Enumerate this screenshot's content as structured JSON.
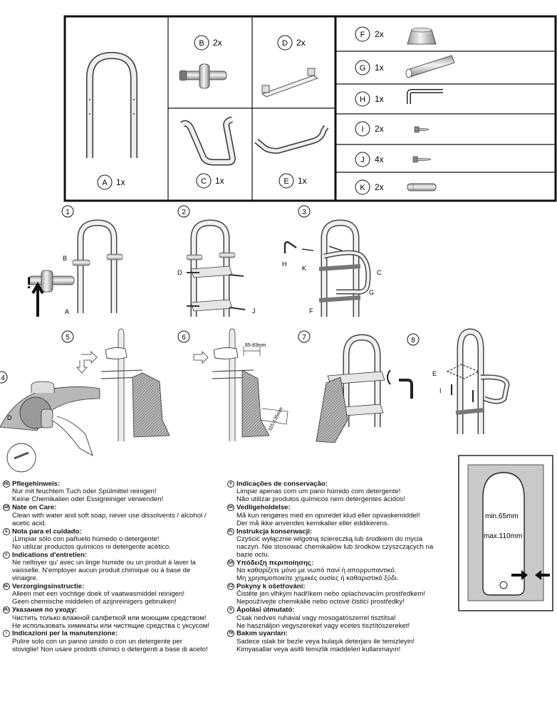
{
  "parts": {
    "A": {
      "letter": "A",
      "qty": "1x"
    },
    "B": {
      "letter": "B",
      "qty": "2x"
    },
    "C": {
      "letter": "C",
      "qty": "1x"
    },
    "D": {
      "letter": "D",
      "qty": "2x"
    },
    "E": {
      "letter": "E",
      "qty": "1x"
    },
    "F": {
      "letter": "F",
      "qty": "2x"
    },
    "G": {
      "letter": "G",
      "qty": "1x"
    },
    "H": {
      "letter": "H",
      "qty": "1x"
    },
    "I": {
      "letter": "I",
      "qty": "2x"
    },
    "J": {
      "letter": "J",
      "qty": "4x"
    },
    "K": {
      "letter": "K",
      "qty": "2x"
    }
  },
  "steps": {
    "s1": "1",
    "s2": "2",
    "s3": "3",
    "s4": "4",
    "s5": "5",
    "s6": "6",
    "s7": "7",
    "s8": "8"
  },
  "callouts": {
    "warning": "!",
    "s1_B": "B",
    "s1_A": "A",
    "s2_D": "D",
    "s2_J": "J",
    "s3_H": "H",
    "s3_K": "K",
    "s3_C": "C",
    "s3_G": "G",
    "s3_F": "F",
    "s4_D": "D",
    "s8_E": "E",
    "s8_I": "I"
  },
  "dimensions": {
    "gap": "65-83mm",
    "depth": "115-135mm",
    "min": "min.65mm",
    "max": "max.110mm"
  },
  "care_left": [
    {
      "flag": "DE",
      "title": "Pflegehinweis:",
      "lines": [
        "Nur mit feuchtem Tuch oder Spülmittel reinigen!",
        "Keine Chemikalien oder Essigreiniger verwenden!"
      ]
    },
    {
      "flag": "GB",
      "title": "Nate on Care:",
      "lines": [
        "Clean with water and soft soap, never use dissolvents / alcohol /",
        "acetic acid."
      ]
    },
    {
      "flag": "E",
      "title": "Nota para el cuidado:",
      "lines": [
        "¡Limpiar sólo con pañuelo húmedo o detergente!",
        "No utilizar productos químicos ni detergente acético."
      ]
    },
    {
      "flag": "F",
      "title": "Indications d'entretien:",
      "lines": [
        "Ne neltoyer qu' avec un linge humide ou un produit à laver la",
        "vaisselle. N'employer aucun produit chimique ou à base de",
        "vinaigre."
      ]
    },
    {
      "flag": "NL",
      "title": "Verzorgingsinstructie:",
      "lines": [
        "Alleen met een vochtige doek of vaatwasmiddel reinigen!",
        "Geen chemische middelen of azijnreinigers gebruiken!"
      ]
    },
    {
      "flag": "RU",
      "title": "Указания по уходу:",
      "lines": [
        "Чистить только влажной салфеткой или моющим средством!",
        "Не использовать химикаты или чистящие средства с уксусом!"
      ]
    },
    {
      "flag": "I",
      "title": "Indicazioni per la manutenzione:",
      "lines": [
        "Pulire solo con un panno umido o con un detergente per",
        "stoviglie! Non usare prodotti chimici o detergenti a base di aceto!"
      ]
    }
  ],
  "care_right": [
    {
      "flag": "P",
      "title": "Indicações de conservação:",
      "lines": [
        "Limpar apenas com um pano húmido com detergente!",
        "Não utilizar produtos químicos nem detergentes ácidos!"
      ]
    },
    {
      "flag": "DK",
      "title": "Vedligeholdelse:",
      "lines": [
        "Må kun rengøres med en opvredet klud eller opvaskemiddel!",
        "Der må ikke anvendes kemikalier eller eddikerens."
      ]
    },
    {
      "flag": "PL",
      "title": "Instrukcja konserwacji:",
      "lines": [
        "Czyścić wyłącznie wilgotną ściereczką lub środkiem do mycia",
        "naczyń. Nie stosować chemikaliów lub środków czyszczących na",
        "bazie octu."
      ]
    },
    {
      "flag": "GR",
      "title": "Υπόδειξη περιποίησης:",
      "lines": [
        "Να καθαρίζετε μόνο με νωπό πανί ή απορρυπαντικό.",
        "Μη χρησιμοποιείτε χημικές ουσίες ή καθαριστικό ξύδι."
      ]
    },
    {
      "flag": "CZ",
      "title": "Pokyny k ošetřování:",
      "lines": [
        "Čistěte jen vlhkým hadříkem nebo oplachovacím prostředkem!",
        "Nepoužívejte chemikálie nebo octové čisticí prostředky!"
      ]
    },
    {
      "flag": "H",
      "title": "Ápolási útmutató:",
      "lines": [
        "Csak nedves ruhával vagy mosogatószerrel tisztítsa!",
        "Ne használjon vegyszereket vagy ecetes tisztítószereket!"
      ]
    },
    {
      "flag": "TR",
      "title": "Bakım uyarıları:",
      "lines": [
        "Sadece ıslak bir bezle veya bulaşık deterjanı ile temizleyin!",
        "Kimyasallar veya asitli temizlik maddeleri kullanmayın!"
      ]
    }
  ]
}
